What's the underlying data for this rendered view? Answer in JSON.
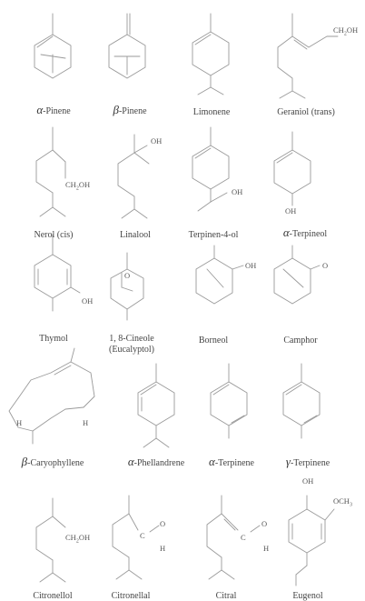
{
  "molecules": [
    {
      "greek": "α",
      "name": "-Pinene"
    },
    {
      "greek": "β",
      "name": "-Pinene"
    },
    {
      "greek": "",
      "name": "Limonene"
    },
    {
      "greek": "",
      "name": "Geraniol (trans)"
    },
    {
      "greek": "",
      "name": "Nerol (cis)"
    },
    {
      "greek": "",
      "name": "Linalool"
    },
    {
      "greek": "",
      "name": "Terpinen-4-ol"
    },
    {
      "greek": "α",
      "name": "-Terpineol"
    },
    {
      "greek": "",
      "name": "Thymol"
    },
    {
      "greek": "",
      "name": "1, 8-Cineole",
      "name2": "(Eucalyptol)"
    },
    {
      "greek": "",
      "name": "Borneol"
    },
    {
      "greek": "",
      "name": "Camphor"
    },
    {
      "greek": "β",
      "name": "-Caryophyllene"
    },
    {
      "greek": "α",
      "name": "-Phellandrene"
    },
    {
      "greek": "α",
      "name": "-Terpinene"
    },
    {
      "greek": "γ",
      "name": "-Terpinene"
    },
    {
      "greek": "",
      "name": "Citronellol"
    },
    {
      "greek": "",
      "name": "Citronellal"
    },
    {
      "greek": "",
      "name": "Citral"
    },
    {
      "greek": "",
      "name": "Eugenol"
    }
  ],
  "atoms": {
    "oh": "OH",
    "o": "O",
    "h": "H",
    "c": "C",
    "ch2oh_pre": "CH",
    "ch2oh_sub": "2",
    "ch2oh_post": "OH",
    "och3_pre": "OCH",
    "och3_sub": "3"
  }
}
